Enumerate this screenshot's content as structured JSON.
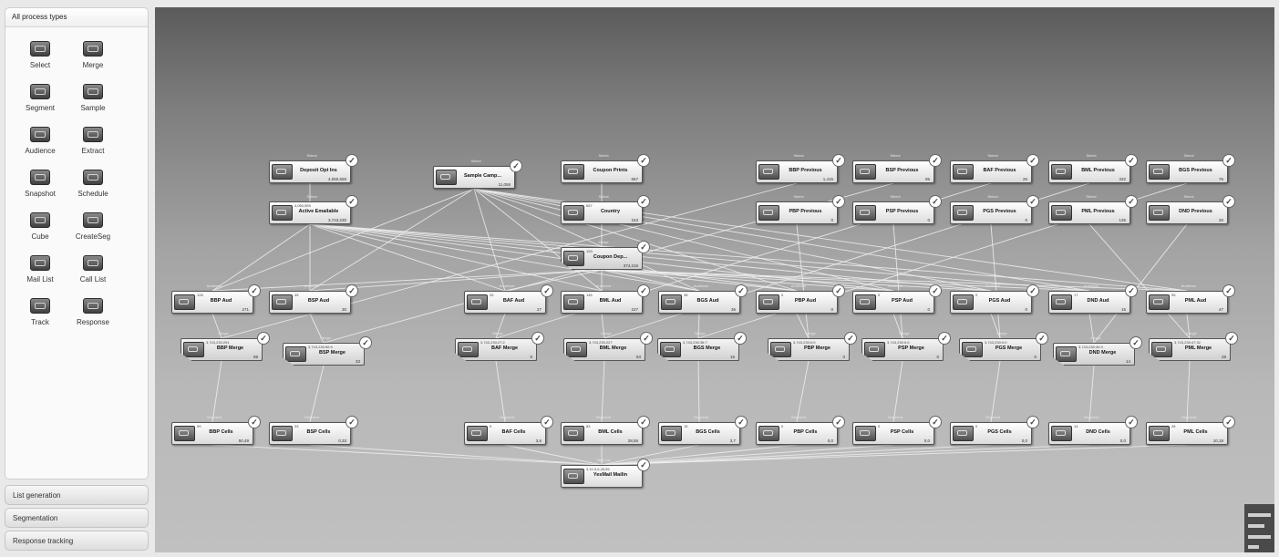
{
  "palette": {
    "header": "All process types",
    "tools": [
      {
        "id": "select",
        "label": "Select",
        "icon": "select-icon"
      },
      {
        "id": "merge",
        "label": "Merge",
        "icon": "merge-icon"
      },
      {
        "id": "segment",
        "label": "Segment",
        "icon": "segment-icon"
      },
      {
        "id": "sample",
        "label": "Sample",
        "icon": "sample-icon"
      },
      {
        "id": "audience",
        "label": "Audience",
        "icon": "audience-icon"
      },
      {
        "id": "extract",
        "label": "Extract",
        "icon": "extract-icon"
      },
      {
        "id": "snapshot",
        "label": "Snapshot",
        "icon": "snapshot-icon"
      },
      {
        "id": "schedule",
        "label": "Schedule",
        "icon": "schedule-icon"
      },
      {
        "id": "cube",
        "label": "Cube",
        "icon": "cube-icon"
      },
      {
        "id": "createseg",
        "label": "CreateSeg",
        "icon": "createseg-icon"
      },
      {
        "id": "mail-list",
        "label": "Mail List",
        "icon": "mail-list-icon"
      },
      {
        "id": "call-list",
        "label": "Call List",
        "icon": "call-list-icon"
      },
      {
        "id": "track",
        "label": "Track",
        "icon": "track-icon"
      },
      {
        "id": "response",
        "label": "Response",
        "icon": "response-icon"
      }
    ],
    "sections": [
      "List generation",
      "Segmentation",
      "Response tracking"
    ]
  },
  "flow": {
    "nodes": [
      {
        "id": "deposit",
        "type": "select",
        "caption": "Select",
        "name": "Deposit Opt Ins",
        "count": "4,050,559"
      },
      {
        "id": "sample",
        "type": "sample",
        "caption": "Select",
        "name": "Sample Camp...",
        "count": "11,058"
      },
      {
        "id": "coupon-prints",
        "type": "select",
        "caption": "Select",
        "name": "Coupon Prints",
        "count": "657"
      },
      {
        "id": "bbp-prev",
        "type": "select",
        "caption": "Select",
        "name": "BBP Previous",
        "count": "1,415"
      },
      {
        "id": "bsp-prev",
        "type": "select",
        "caption": "Select",
        "name": "BSP Previous",
        "count": "95"
      },
      {
        "id": "baf-prev",
        "type": "select",
        "caption": "Select",
        "name": "BAF Previous",
        "count": "26"
      },
      {
        "id": "bml-prev",
        "type": "select",
        "caption": "Select",
        "name": "BML Previous",
        "count": "332"
      },
      {
        "id": "bgs-prev",
        "type": "select",
        "caption": "Select",
        "name": "BGS Previous",
        "count": "76"
      },
      {
        "id": "active",
        "type": "select",
        "caption": "Select",
        "top": "4,050,559",
        "name": "Active Emailable",
        "count": "3,743,230"
      },
      {
        "id": "country",
        "type": "select",
        "caption": "Select",
        "top": "657",
        "name": "Country",
        "count": "153"
      },
      {
        "id": "pbp-prev",
        "type": "select",
        "caption": "Select",
        "name": "PBP Previous",
        "count": "0"
      },
      {
        "id": "psp-prev",
        "type": "select",
        "caption": "Select",
        "name": "PSP Previous",
        "count": "0"
      },
      {
        "id": "pgs-prev",
        "type": "select",
        "caption": "Select",
        "name": "PGS Previous",
        "count": "0"
      },
      {
        "id": "pml-prev",
        "type": "select",
        "caption": "Select",
        "name": "PML Previous",
        "count": "135"
      },
      {
        "id": "dnd-prev",
        "type": "select",
        "caption": "Select",
        "name": "DND Previous",
        "count": "20"
      },
      {
        "id": "coupon-dep",
        "type": "merge",
        "caption": "Merge",
        "top": "153",
        "name": "Coupon Dep...",
        "count": "374,216"
      },
      {
        "id": "bbp-aud",
        "type": "audience",
        "caption": "Audience",
        "top": "128",
        "name": "BBP Aud",
        "count": "271"
      },
      {
        "id": "bsp-aud",
        "type": "audience",
        "caption": "Audience",
        "top": "45",
        "name": "BSP Aud",
        "count": "30"
      },
      {
        "id": "baf-aud",
        "type": "audience",
        "caption": "Audience",
        "top": "25",
        "name": "BAF Aud",
        "count": "27"
      },
      {
        "id": "bml-aud",
        "type": "audience",
        "caption": "Audience",
        "top": "146",
        "name": "BML Aud",
        "count": "227"
      },
      {
        "id": "bgs-aud",
        "type": "audience",
        "caption": "Audience",
        "top": "38",
        "name": "BGS Aud",
        "count": "36"
      },
      {
        "id": "pbp-aud",
        "type": "audience",
        "caption": "Audience",
        "top": "0",
        "name": "PBP Aud",
        "count": "0"
      },
      {
        "id": "psp-aud",
        "type": "audience",
        "caption": "Audience",
        "top": "0",
        "name": "PSP Aud",
        "count": "0"
      },
      {
        "id": "pgs-aud",
        "type": "audience",
        "caption": "Audience",
        "top": "0",
        "name": "PGS Aud",
        "count": "0"
      },
      {
        "id": "dnd-aud",
        "type": "audience",
        "caption": "Audience",
        "top": "17",
        "name": "DND Aud",
        "count": "15"
      },
      {
        "id": "pml-aud",
        "type": "audience",
        "caption": "Audience",
        "top": "55",
        "name": "PML Aud",
        "count": "47"
      },
      {
        "id": "bbp-merge",
        "type": "merge",
        "caption": "Merge",
        "top": "3,743,230:291",
        "name": "BBP Merge",
        "count": "99"
      },
      {
        "id": "bsp-merge",
        "type": "merge",
        "caption": "Merge",
        "top": "3,743,230:50:9",
        "name": "BSP Merge",
        "count": "33"
      },
      {
        "id": "baf-merge",
        "type": "merge",
        "caption": "Merge",
        "top": "3,743,230:27:2",
        "name": "BAF Merge",
        "count": "9"
      },
      {
        "id": "bml-merge",
        "type": "merge",
        "caption": "Merge",
        "top": "3,743,230:227",
        "name": "BML Merge",
        "count": "83"
      },
      {
        "id": "bgs-merge",
        "type": "merge",
        "caption": "Merge",
        "top": "3,743,230:36:7",
        "name": "BGS Merge",
        "count": "15"
      },
      {
        "id": "pbp-merge",
        "type": "merge",
        "caption": "Merge",
        "top": "3,743,230:0:0",
        "name": "PBP Merge",
        "count": "0"
      },
      {
        "id": "psp-merge",
        "type": "merge",
        "caption": "Merge",
        "top": "3,743,230:0:0",
        "name": "PSP Merge",
        "count": "0"
      },
      {
        "id": "pgs-merge",
        "type": "merge",
        "caption": "Merge",
        "top": "3,743,230:0:0",
        "name": "PGS Merge",
        "count": "0"
      },
      {
        "id": "dnd-merge",
        "type": "merge",
        "caption": "Merge",
        "top": "3,743,230:40:3",
        "name": "DND Merge",
        "count": "14"
      },
      {
        "id": "pml-merge",
        "type": "merge",
        "caption": "Merge",
        "top": "3,743,230:47:32",
        "name": "PML Merge",
        "count": "28"
      },
      {
        "id": "bbp-cells",
        "type": "segment",
        "caption": "Segment",
        "top": "99",
        "name": "BBP Cells",
        "count": "50,49"
      },
      {
        "id": "bsp-cells",
        "type": "segment",
        "caption": "Segment",
        "top": "33",
        "name": "BSP Cells",
        "count": "0,33"
      },
      {
        "id": "baf-cells",
        "type": "segment",
        "caption": "Segment",
        "top": "9",
        "name": "BAF Cells",
        "count": "3,6"
      },
      {
        "id": "bml-cells",
        "type": "segment",
        "caption": "Segment",
        "top": "83",
        "name": "BML Cells",
        "count": "28,55"
      },
      {
        "id": "bgs-cells",
        "type": "segment",
        "caption": "Segment",
        "top": "15",
        "name": "BGS Cells",
        "count": "3,7"
      },
      {
        "id": "pbp-cells",
        "type": "segment",
        "caption": "Segment",
        "top": "0",
        "name": "PBP Cells",
        "count": "0,0"
      },
      {
        "id": "psp-cells",
        "type": "segment",
        "caption": "Segment",
        "top": "0",
        "name": "PSP Cells",
        "count": "0,0"
      },
      {
        "id": "pgs-cells",
        "type": "segment",
        "caption": "Segment",
        "top": "0",
        "name": "PGS Cells",
        "count": "0,0"
      },
      {
        "id": "dnd-cells",
        "type": "segment",
        "caption": "Segment",
        "top": "14",
        "name": "DND Cells",
        "count": "0,0"
      },
      {
        "id": "pml-cells",
        "type": "segment",
        "caption": "Segment",
        "top": "28",
        "name": "PML Cells",
        "count": "10,18"
      },
      {
        "id": "yesmail",
        "type": "mail-list",
        "caption": "Mail List",
        "top": "3,10,9,6,28,55",
        "name": "YesMail Mailin",
        "count": ""
      }
    ],
    "edges": [
      [
        "deposit",
        "active"
      ],
      [
        "active",
        "bbp-aud"
      ],
      [
        "active",
        "bsp-aud"
      ],
      [
        "active",
        "baf-aud"
      ],
      [
        "active",
        "bml-aud"
      ],
      [
        "active",
        "bgs-aud"
      ],
      [
        "active",
        "pbp-aud"
      ],
      [
        "active",
        "psp-aud"
      ],
      [
        "active",
        "pgs-aud"
      ],
      [
        "active",
        "dnd-aud"
      ],
      [
        "active",
        "pml-aud"
      ],
      [
        "sample",
        "bbp-aud"
      ],
      [
        "sample",
        "bsp-aud"
      ],
      [
        "sample",
        "baf-aud"
      ],
      [
        "sample",
        "bml-aud"
      ],
      [
        "sample",
        "bgs-aud"
      ],
      [
        "sample",
        "pbp-aud"
      ],
      [
        "sample",
        "psp-aud"
      ],
      [
        "sample",
        "pgs-aud"
      ],
      [
        "sample",
        "dnd-aud"
      ],
      [
        "sample",
        "pml-aud"
      ],
      [
        "coupon-prints",
        "country"
      ],
      [
        "country",
        "coupon-dep"
      ],
      [
        "coupon-dep",
        "bbp-aud"
      ],
      [
        "coupon-dep",
        "bsp-aud"
      ],
      [
        "coupon-dep",
        "baf-aud"
      ],
      [
        "coupon-dep",
        "bml-aud"
      ],
      [
        "coupon-dep",
        "bgs-aud"
      ],
      [
        "coupon-dep",
        "pbp-aud"
      ],
      [
        "coupon-dep",
        "psp-aud"
      ],
      [
        "coupon-dep",
        "pgs-aud"
      ],
      [
        "coupon-dep",
        "dnd-aud"
      ],
      [
        "coupon-dep",
        "pml-aud"
      ],
      [
        "bbp-prev",
        "bbp-merge"
      ],
      [
        "bsp-prev",
        "bsp-merge"
      ],
      [
        "baf-prev",
        "baf-merge"
      ],
      [
        "bml-prev",
        "bml-merge"
      ],
      [
        "bgs-prev",
        "bgs-merge"
      ],
      [
        "pbp-prev",
        "pbp-merge"
      ],
      [
        "psp-prev",
        "psp-merge"
      ],
      [
        "pgs-prev",
        "pgs-merge"
      ],
      [
        "pml-prev",
        "pml-merge"
      ],
      [
        "dnd-prev",
        "dnd-merge"
      ],
      [
        "bbp-aud",
        "bbp-merge"
      ],
      [
        "bsp-aud",
        "bsp-merge"
      ],
      [
        "baf-aud",
        "baf-merge"
      ],
      [
        "bml-aud",
        "bml-merge"
      ],
      [
        "bgs-aud",
        "bgs-merge"
      ],
      [
        "pbp-aud",
        "pbp-merge"
      ],
      [
        "psp-aud",
        "psp-merge"
      ],
      [
        "pgs-aud",
        "pgs-merge"
      ],
      [
        "dnd-aud",
        "dnd-merge"
      ],
      [
        "pml-aud",
        "pml-merge"
      ],
      [
        "bbp-merge",
        "bbp-cells"
      ],
      [
        "bsp-merge",
        "bsp-cells"
      ],
      [
        "baf-merge",
        "baf-cells"
      ],
      [
        "bml-merge",
        "bml-cells"
      ],
      [
        "bgs-merge",
        "bgs-cells"
      ],
      [
        "pbp-merge",
        "pbp-cells"
      ],
      [
        "psp-merge",
        "psp-cells"
      ],
      [
        "pgs-merge",
        "pgs-cells"
      ],
      [
        "dnd-merge",
        "dnd-cells"
      ],
      [
        "pml-merge",
        "pml-cells"
      ],
      [
        "bbp-cells",
        "yesmail"
      ],
      [
        "bsp-cells",
        "yesmail"
      ],
      [
        "baf-cells",
        "yesmail"
      ],
      [
        "bml-cells",
        "yesmail"
      ],
      [
        "bgs-cells",
        "yesmail"
      ],
      [
        "pbp-cells",
        "yesmail"
      ],
      [
        "psp-cells",
        "yesmail"
      ],
      [
        "pgs-cells",
        "yesmail"
      ],
      [
        "dnd-cells",
        "yesmail"
      ],
      [
        "pml-cells",
        "yesmail"
      ]
    ]
  },
  "colors": {
    "wire": "#f2f2f2",
    "node_border": "#555555",
    "check": "#444444"
  }
}
